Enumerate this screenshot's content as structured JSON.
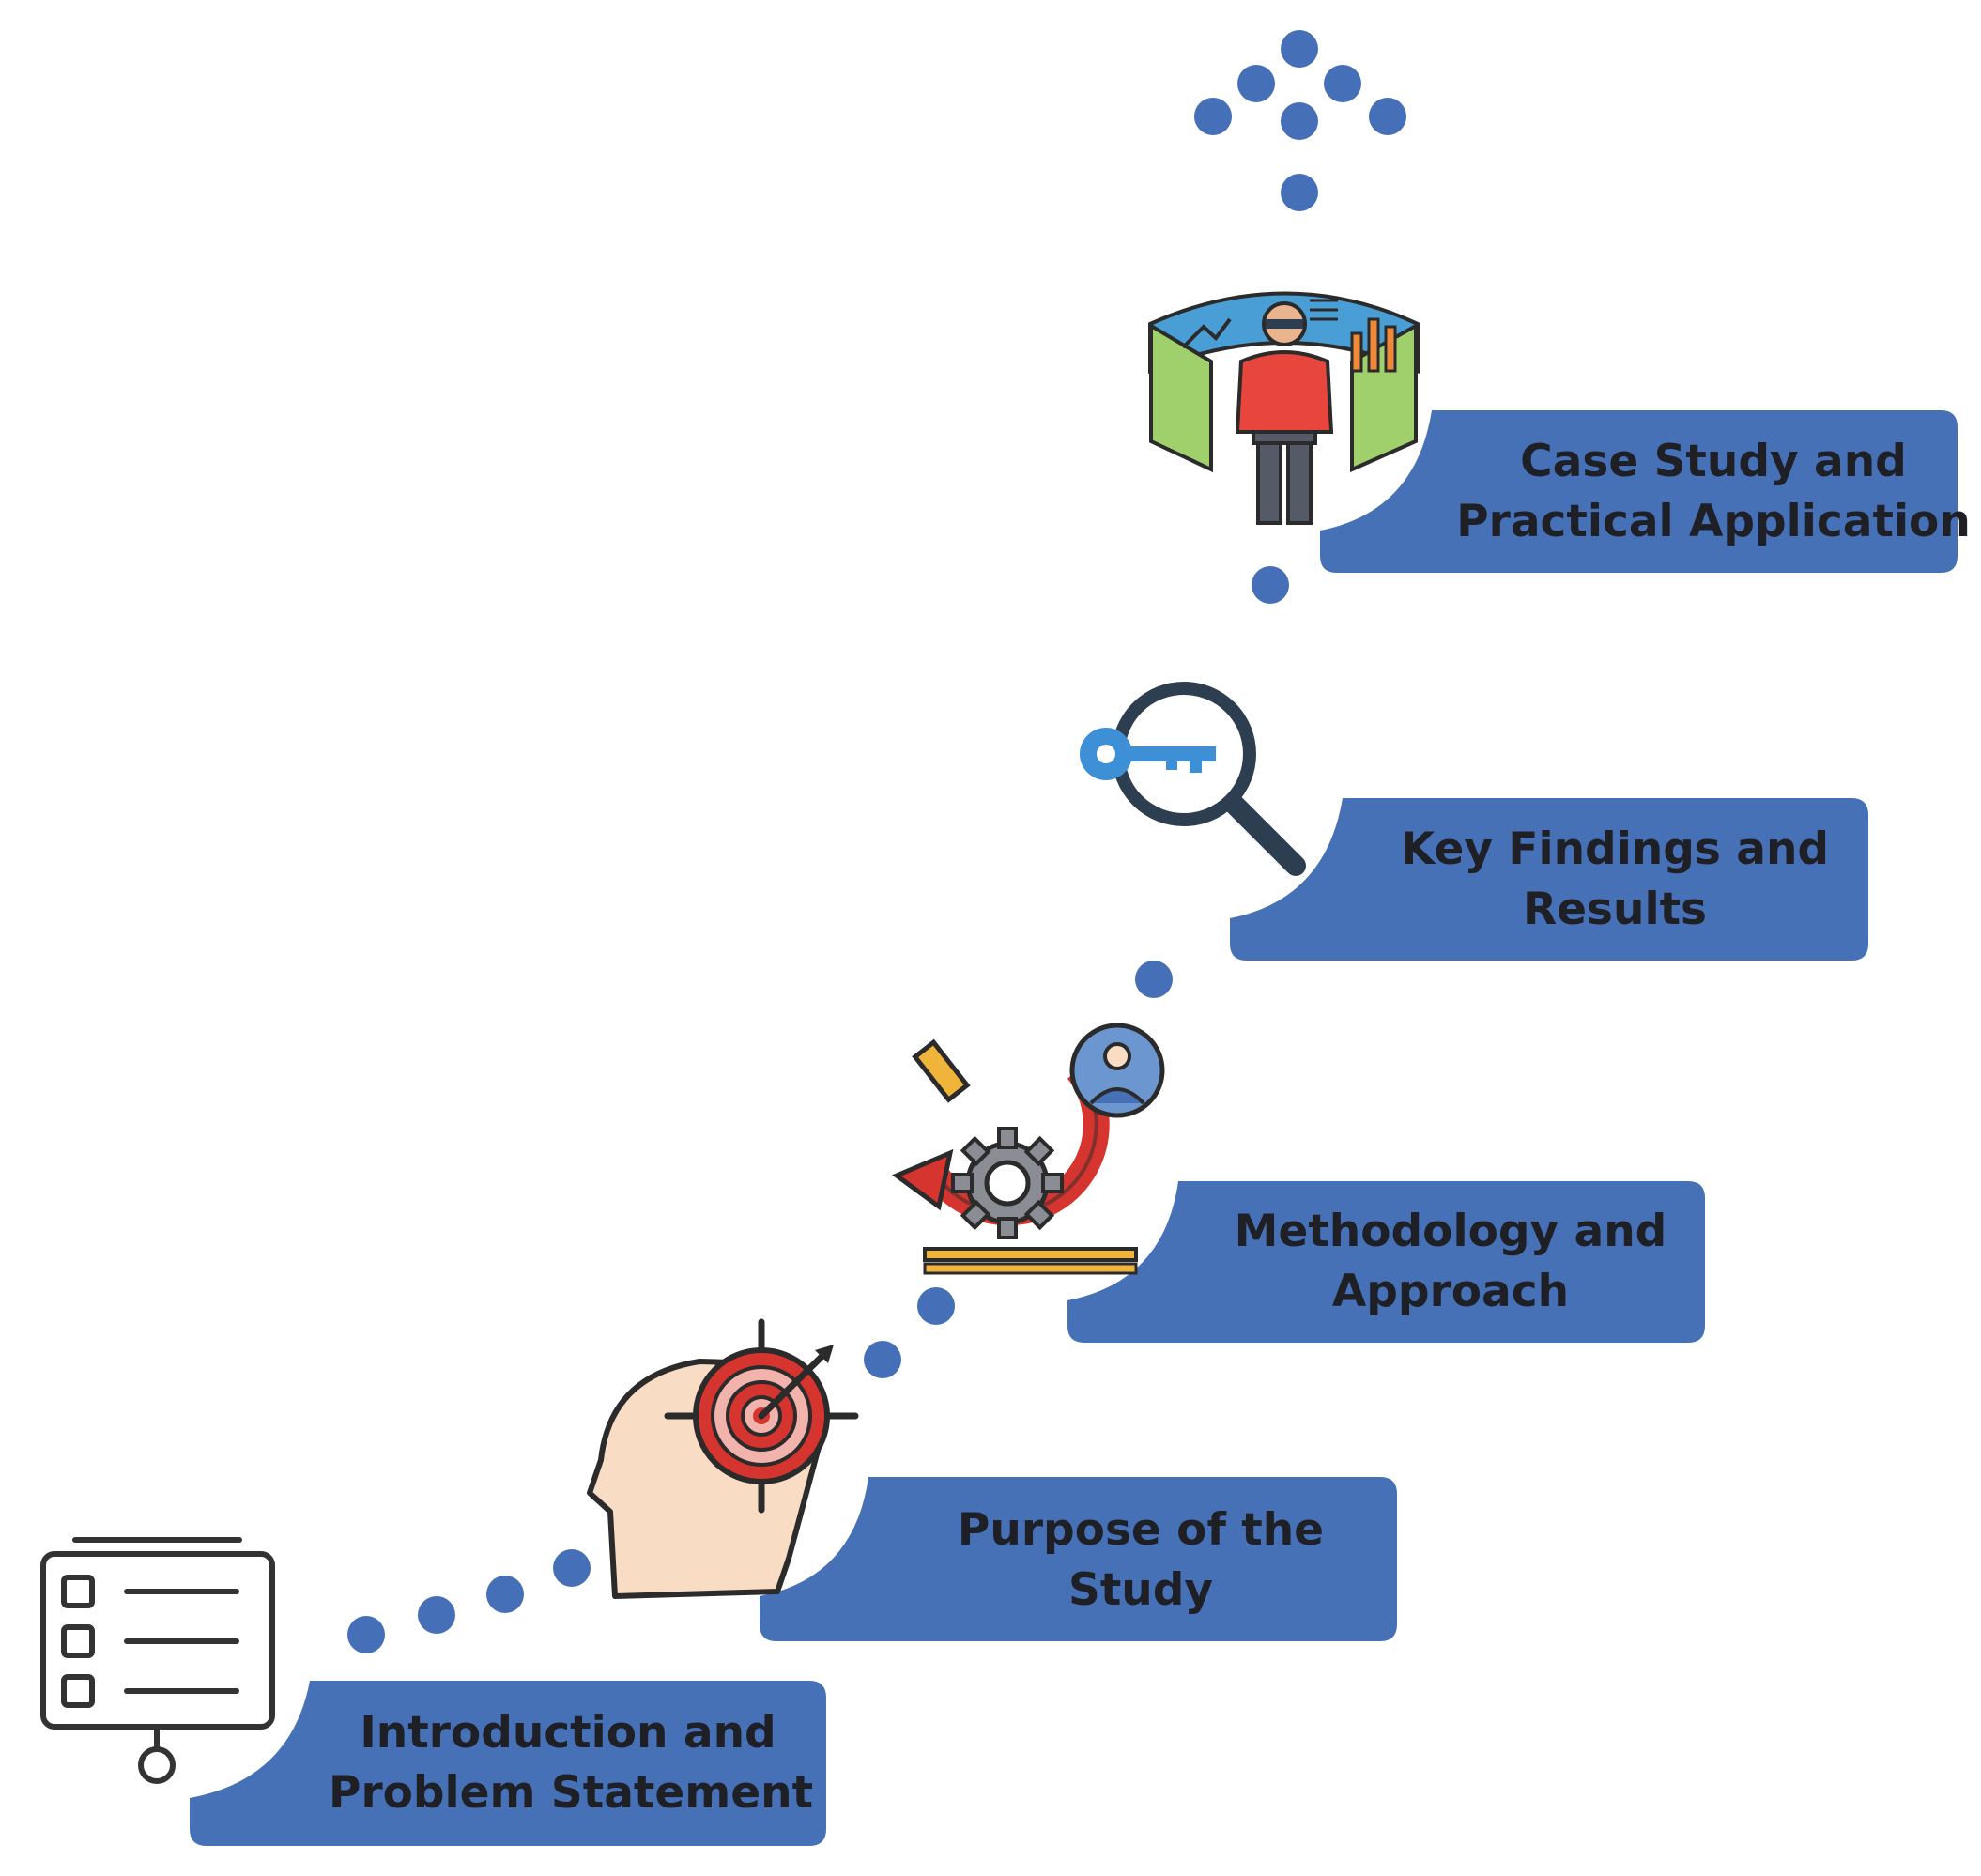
{
  "colors": {
    "box": "#4671b7",
    "dot": "#4570b8",
    "text": "#1f1f26"
  },
  "steps": [
    {
      "line1": "Introduction and",
      "line2": "Problem Statement",
      "icon": "checklist-board-icon"
    },
    {
      "line1": "Purpose of the",
      "line2": "Study",
      "icon": "head-target-icon"
    },
    {
      "line1": "Methodology and",
      "line2": "Approach",
      "icon": "gear-cycle-icon"
    },
    {
      "line1": "Key Findings and",
      "line2": "Results",
      "icon": "key-magnifier-icon"
    },
    {
      "line1": "Case Study and",
      "line2": "Practical Application",
      "icon": "person-dashboard-icon"
    }
  ]
}
